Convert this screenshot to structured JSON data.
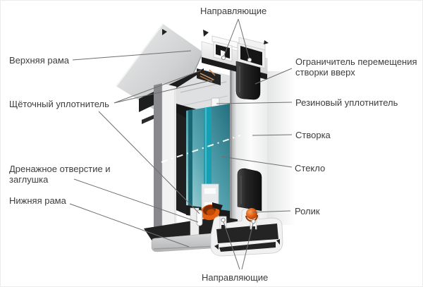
{
  "diagram": {
    "labels": {
      "guides_top": "Направляющие",
      "top_frame": "Верхняя рама",
      "brush_seal": "Щёточный уплотнитель",
      "sash_stop": "Ограничитель перемещения створки вверх",
      "rubber_seal": "Резиновый уплотнитель",
      "sash": "Створка",
      "glass": "Стекло",
      "drain_hole": "Дренажное отверстие и заглушка",
      "bottom_frame": "Нижняя рама",
      "roller": "Ролик",
      "guides_bottom": "Направляющие"
    },
    "colors": {
      "background": "#ffffff",
      "label_text": "#3d3d3d",
      "leader_line": "#6f6f6f",
      "aluminum_light": "#f2f2f3",
      "aluminum_shadow": "#aeb0b2",
      "rubber_black": "#1d1d1d",
      "glass_teal": "#2a8494",
      "glass_edge_teal": "#17a0b4",
      "roller_orange": "#e0570e"
    }
  }
}
